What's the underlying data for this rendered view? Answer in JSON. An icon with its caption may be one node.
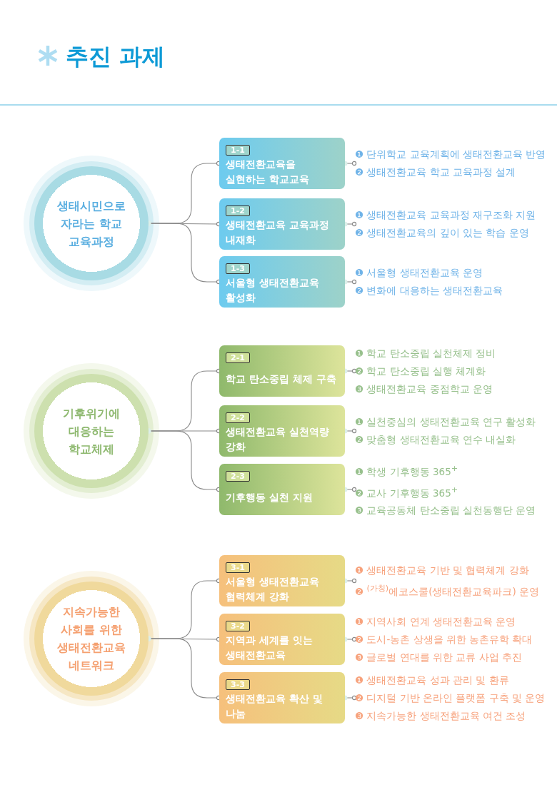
{
  "diagram": {
    "title": "추진 과제",
    "nodes": [
      {
        "text": [
          "생태시민으로 자라는 학교 교육과정"
        ]
      },
      {
        "text": [
          "1-1",
          "생태전환교육을 실현하는 학교교육 체계화"
        ]
      },
      {
        "text": [
          "❶ 단위학교 교육계획에 생태전환교육 반영",
          "❷ 생태전환교육 학교 교육과정 설계"
        ]
      },
      {
        "text": [
          "1-2",
          "생태전환교육 교육과정 내재화"
        ]
      },
      {
        "text": [
          "❶ 생태전환교육 교육과정 재구조화 지원",
          "❷ 생태전환교육의 깊이 있는 학습 운영"
        ]
      },
      {
        "text": [
          "1-3",
          "서울형 생태전환교육 활성화"
        ]
      },
      {
        "text": [
          "❶ 서울형 생태전환교육 운영",
          "❷ 변화에 대응하는 생태전환교육"
        ]
      },
      {
        "text": [
          "기후위기에 대응하는 학교체제"
        ]
      },
      {
        "text": [
          "2-1",
          "학교 탄소중립 체제 구축"
        ]
      },
      {
        "text": [
          "❶ 학교 탄소중립 실천체제 정비",
          "❷ 학교 탄소중립 실행 체계화",
          "❸ 생태전환교육 중점학교 운영"
        ]
      },
      {
        "text": [
          "2-2",
          "생태전환교육 실천역량 강화"
        ]
      },
      {
        "text": [
          "❶ 실천중심의 생태전환교육 연구 활성화",
          "❷ 맞춤형 생태전환교육 연수 내실화"
        ]
      },
      {
        "text": [
          "2-3",
          "기후행동 실천 지원"
        ]
      },
      {
        "text": [
          "❶ 학생 기후행동 365$^{+}$",
          "❷ 교사 기후행동 365$^{+}$",
          "❸ 교육공동체 탄소중립 실천동행단 운영"
        ]
      },
      {
        "text": [
          "지속가능한 사회를 위한 생태전환교육 네트워크"
        ]
      },
      {
        "text": [
          "3-1",
          "서울형 생태전환교육 협력체계 강화"
        ]
      },
      {
        "text": [
          "❶ 생태전환교육 기반 및 협력체계 강화",
          "❷ $^{(가칭)}$에코스쿨(생태전환교육파크) 운영"
        ]
      },
      {
        "text": [
          "3-2",
          "지역과 세계를 잇는 생태전환교육"
        ]
      },
      {
        "text": [
          "❶ 지역사회 연계 생태전환교육 운영",
          "❷ 도시-농촌 상생을 위한 농촌유학 확대",
          "❸ 글로벌 연대를 위한 교류 사업 추진"
        ]
      },
      {
        "text": [
          "3-3",
          "생태전환교육 확산 및 나눔"
        ]
      },
      {
        "text": [
          "❶ 생태전환교육 성과 관리 및 환류",
          "❷ 디지털 기반 온라인 플랫폼 구축 및 운영",
          "❸ 지속가능한 생태전환교육 여건 조성"
        ]
      }
    ],
    "edges": [
      {
        "from": 0,
        "to": 1,
        "arrow": "other"
      },
      {
        "from": 0,
        "to": 3,
        "arrow": "other"
      },
      {
        "from": 0,
        "to": 5,
        "arrow": "other"
      },
      {
        "from": 1,
        "to": 2,
        "arrow": "other"
      },
      {
        "from": 3,
        "to": 4,
        "arrow": "other"
      },
      {
        "from": 5,
        "to": 6,
        "arrow": "other"
      },
      {
        "from": 7,
        "to": 8,
        "arrow": "other"
      },
      {
        "from": 7,
        "to": 10,
        "arrow": "other"
      },
      {
        "from": 7,
        "to": 12,
        "arrow": "other"
      },
      {
        "from": 8,
        "to": 9,
        "arrow": "other"
      },
      {
        "from": 10,
        "to": 11,
        "arrow": "other"
      },
      {
        "from": 12,
        "to": 13,
        "arrow": "other"
      },
      {
        "from": 14,
        "to": 15,
        "arrow": "other"
      },
      {
        "from": 14,
        "to": 17,
        "arrow": "other"
      },
      {
        "from": 14,
        "to": 19,
        "arrow": "other"
      },
      {
        "from": 15,
        "to": 16,
        "arrow": "other"
      },
      {
        "from": 17,
        "to": 18,
        "arrow": "other"
      },
      {
        "from": 19,
        "to": 20,
        "arrow": "other"
      }
    ]
  }
}
